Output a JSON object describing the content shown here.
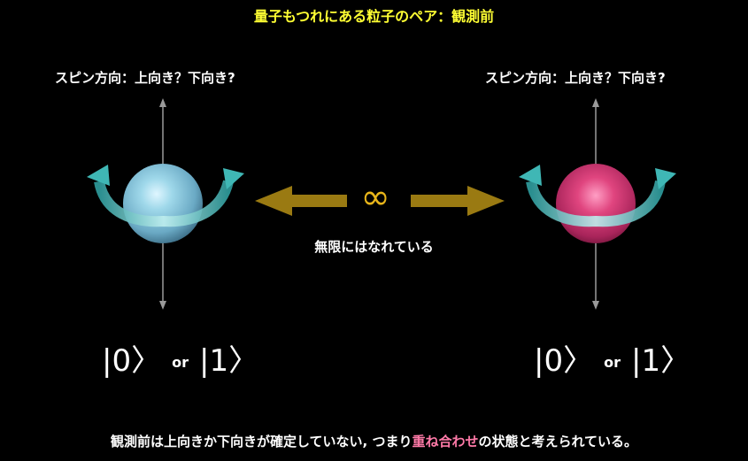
{
  "title": "量子もつれにある粒子のペア：観測前",
  "colors": {
    "title": "#ffff33",
    "arrow": "#9a7a12",
    "infinity": "#e8b51a",
    "highlight": "#ff7aa8",
    "particle_left": "#7fc7de",
    "particle_right": "#d83a78",
    "swirl": "#3fb7b5"
  },
  "left_particle": {
    "spin_label": "スピン方向：上向き？下向き?",
    "state_zero": "|0〉",
    "state_or": "or",
    "state_one": "|1〉"
  },
  "right_particle": {
    "spin_label": "スピン方向：上向き？下向き?",
    "state_zero": "|0〉",
    "state_or": "or",
    "state_one": "|1〉"
  },
  "connection": {
    "symbol": "∞",
    "label": "無限にはなれている"
  },
  "footer": {
    "before": "観測前は上向きか下向きが確定していない, つまり",
    "highlight": "重ね合わせ",
    "after": "の状態と考えられている。"
  }
}
